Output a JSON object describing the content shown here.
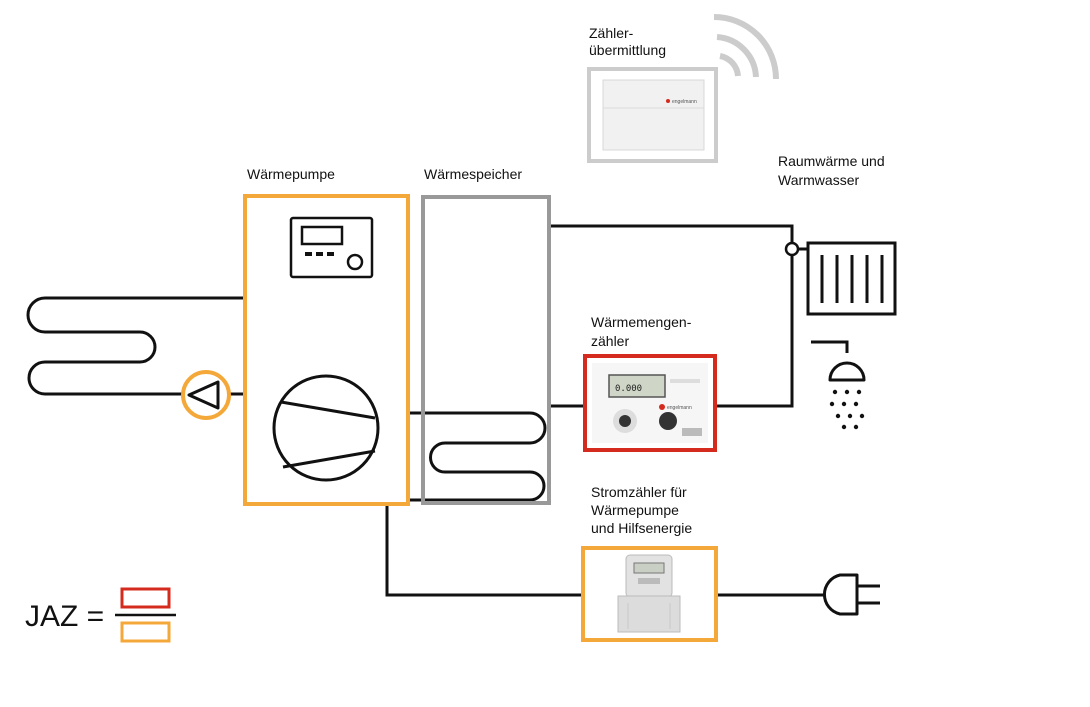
{
  "labels": {
    "heat_pump": "Wärmepumpe",
    "storage": "Wärmespeicher",
    "transmitter_l1": "Zähler-",
    "transmitter_l2": "übermittlung",
    "consumer_l1": "Raumwärme und",
    "consumer_l2": "Warmwasser",
    "heat_meter_l1": "Wärmemengen-",
    "heat_meter_l2": "zähler",
    "power_meter_l1": "Stromzähler für",
    "power_meter_l2": "Wärmepumpe",
    "power_meter_l3": "und Hilfsenergie",
    "jaz": "JAZ ="
  },
  "device_text": {
    "heat_meter_lcd": "0.000",
    "heat_meter_brand": "engelmann",
    "transmitter_brand": "engelmann"
  },
  "colors": {
    "orange": "#f5a83a",
    "grey": "#999999",
    "light_grey": "#cccccc",
    "red": "#d52b1e",
    "line": "#111111"
  }
}
